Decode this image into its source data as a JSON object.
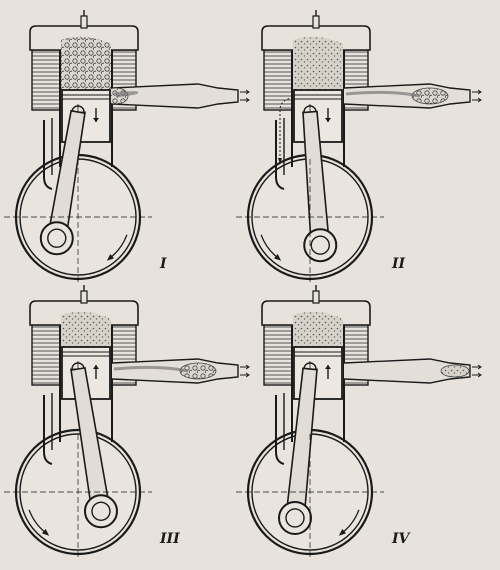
{
  "panels": [
    {
      "label": "I",
      "piston": "down",
      "exhaust": "open",
      "crank_arrow": "cw"
    },
    {
      "label": "II",
      "piston": "down",
      "exhaust": "open",
      "crank_arrow": "ccw"
    },
    {
      "label": "III",
      "piston": "up",
      "exhaust": "open",
      "crank_arrow": "ccw"
    },
    {
      "label": "IV",
      "piston": "up",
      "exhaust": "closed",
      "crank_arrow": "cw"
    }
  ],
  "colors": {
    "paper": "#e7e3dc",
    "ink": "#1a1a1a",
    "hatch": "#555555",
    "gas": "#7a7a7a"
  }
}
